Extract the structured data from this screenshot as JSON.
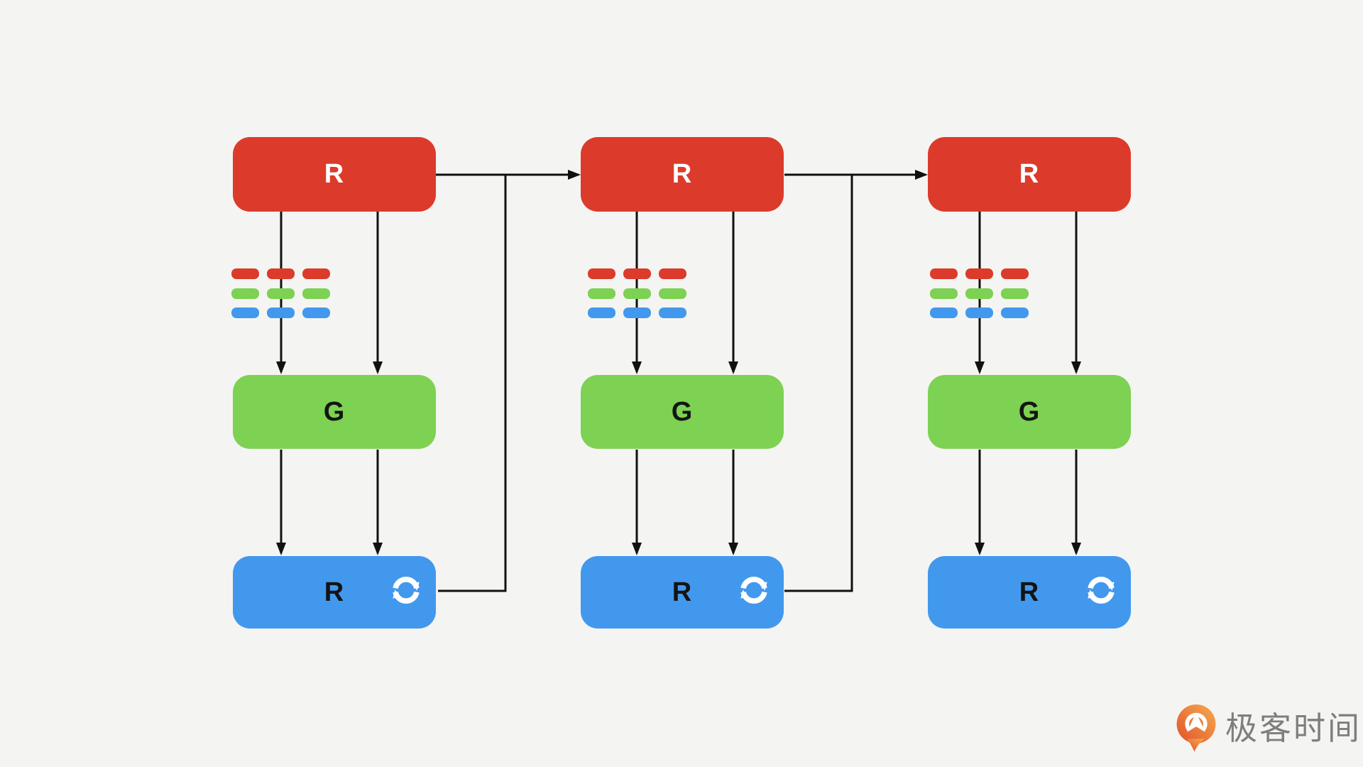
{
  "canvas": {
    "background": "#f4f4f2",
    "line_color": "#111111"
  },
  "colors": {
    "red": "#dc3b2b",
    "green": "#7dd153",
    "blue": "#4298ed",
    "logo_text_gray": "#7e7e7e",
    "logo_orange_dark": "#e0512a",
    "logo_orange_light": "#f7ac4f"
  },
  "columns": [
    {
      "top": {
        "label": "R"
      },
      "middle": {
        "label": "G"
      },
      "bottom": {
        "label": "R",
        "icon": "sync-icon"
      }
    },
    {
      "top": {
        "label": "R"
      },
      "middle": {
        "label": "G"
      },
      "bottom": {
        "label": "R",
        "icon": "sync-icon"
      }
    },
    {
      "top": {
        "label": "R"
      },
      "middle": {
        "label": "G"
      },
      "bottom": {
        "label": "R",
        "icon": "sync-icon"
      }
    }
  ],
  "dash_grid": {
    "rows": 3,
    "cols": 3,
    "row_colors": [
      "#dc3b2b",
      "#7dd153",
      "#4298ed"
    ]
  },
  "logo": {
    "text": "极客时间",
    "icon": "geektime-pin-icon"
  }
}
